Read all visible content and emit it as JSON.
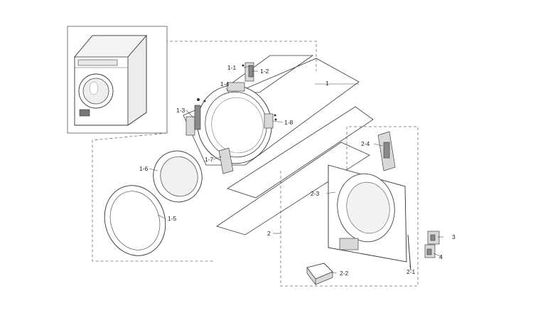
{
  "labels": {
    "p1": "1",
    "p1_1": "1-1",
    "p1_2": "1-2",
    "p1_3": "1-3",
    "p1_4": "1-4",
    "p1_5": "1-5",
    "p1_6": "1-6",
    "p1_7": "1-7",
    "p1_8": "1-8",
    "p2": "2",
    "p2_1": "2-1",
    "p2_2": "2-2",
    "p2_3": "2-3",
    "p2_4": "2-4",
    "p3": "3",
    "p4": "4"
  }
}
